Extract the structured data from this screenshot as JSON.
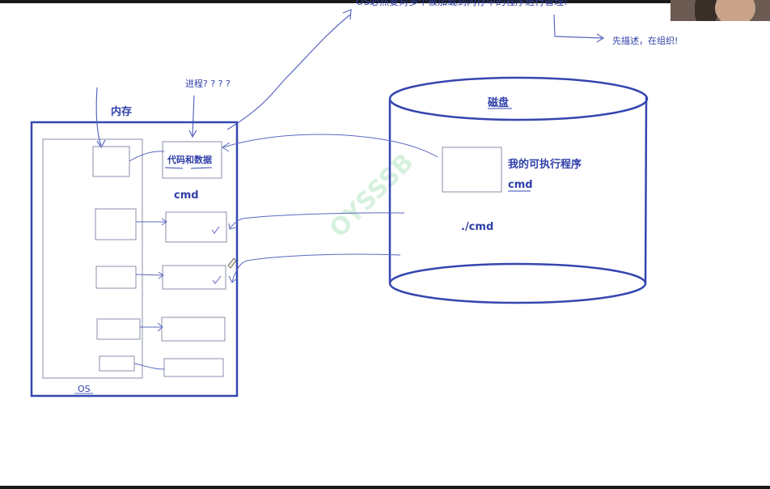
{
  "annotations": {
    "top_note": "OS必然要对多个被加载到内存中的程序进行管理!",
    "side_note": "先描述，在组织!",
    "process_question": "进程? ? ? ?"
  },
  "memory": {
    "title": "内存",
    "code_data_label": "代码和数据",
    "cmd_label": "cmd",
    "os_label": "OS"
  },
  "disk": {
    "title": "磁盘",
    "program_label": "我的可执行程序",
    "program_cmd": "cmd",
    "run_command": "./cmd"
  },
  "watermark": "OYSSSB",
  "colors": {
    "ink": "#2f3fa8",
    "frame": "#3446b0",
    "thin": "#7d88c8"
  }
}
